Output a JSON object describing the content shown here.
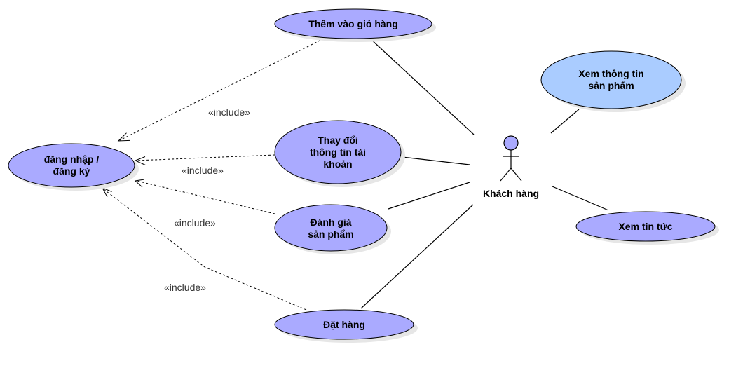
{
  "colors": {
    "usecase_fill": "#aaaaff",
    "usecase_fill_light": "#aaccff",
    "stroke": "#000000",
    "shadow": "#e6e6e6"
  },
  "actor": {
    "label": "Khách hàng"
  },
  "usecases": {
    "login": [
      "đăng nhập /",
      "đăng ký"
    ],
    "add_cart": [
      "Thêm vào giỏ hàng"
    ],
    "update_account": [
      "Thay đổi",
      "thông tin tài",
      "khoản"
    ],
    "review": [
      "Đánh giá",
      "sản phẩm"
    ],
    "order": [
      "Đặt hàng"
    ],
    "view_product": [
      "Xem thông tin",
      "sản phẩm"
    ],
    "view_news": [
      "Xem tin tức"
    ]
  },
  "relations": {
    "include_label": "«include»"
  }
}
